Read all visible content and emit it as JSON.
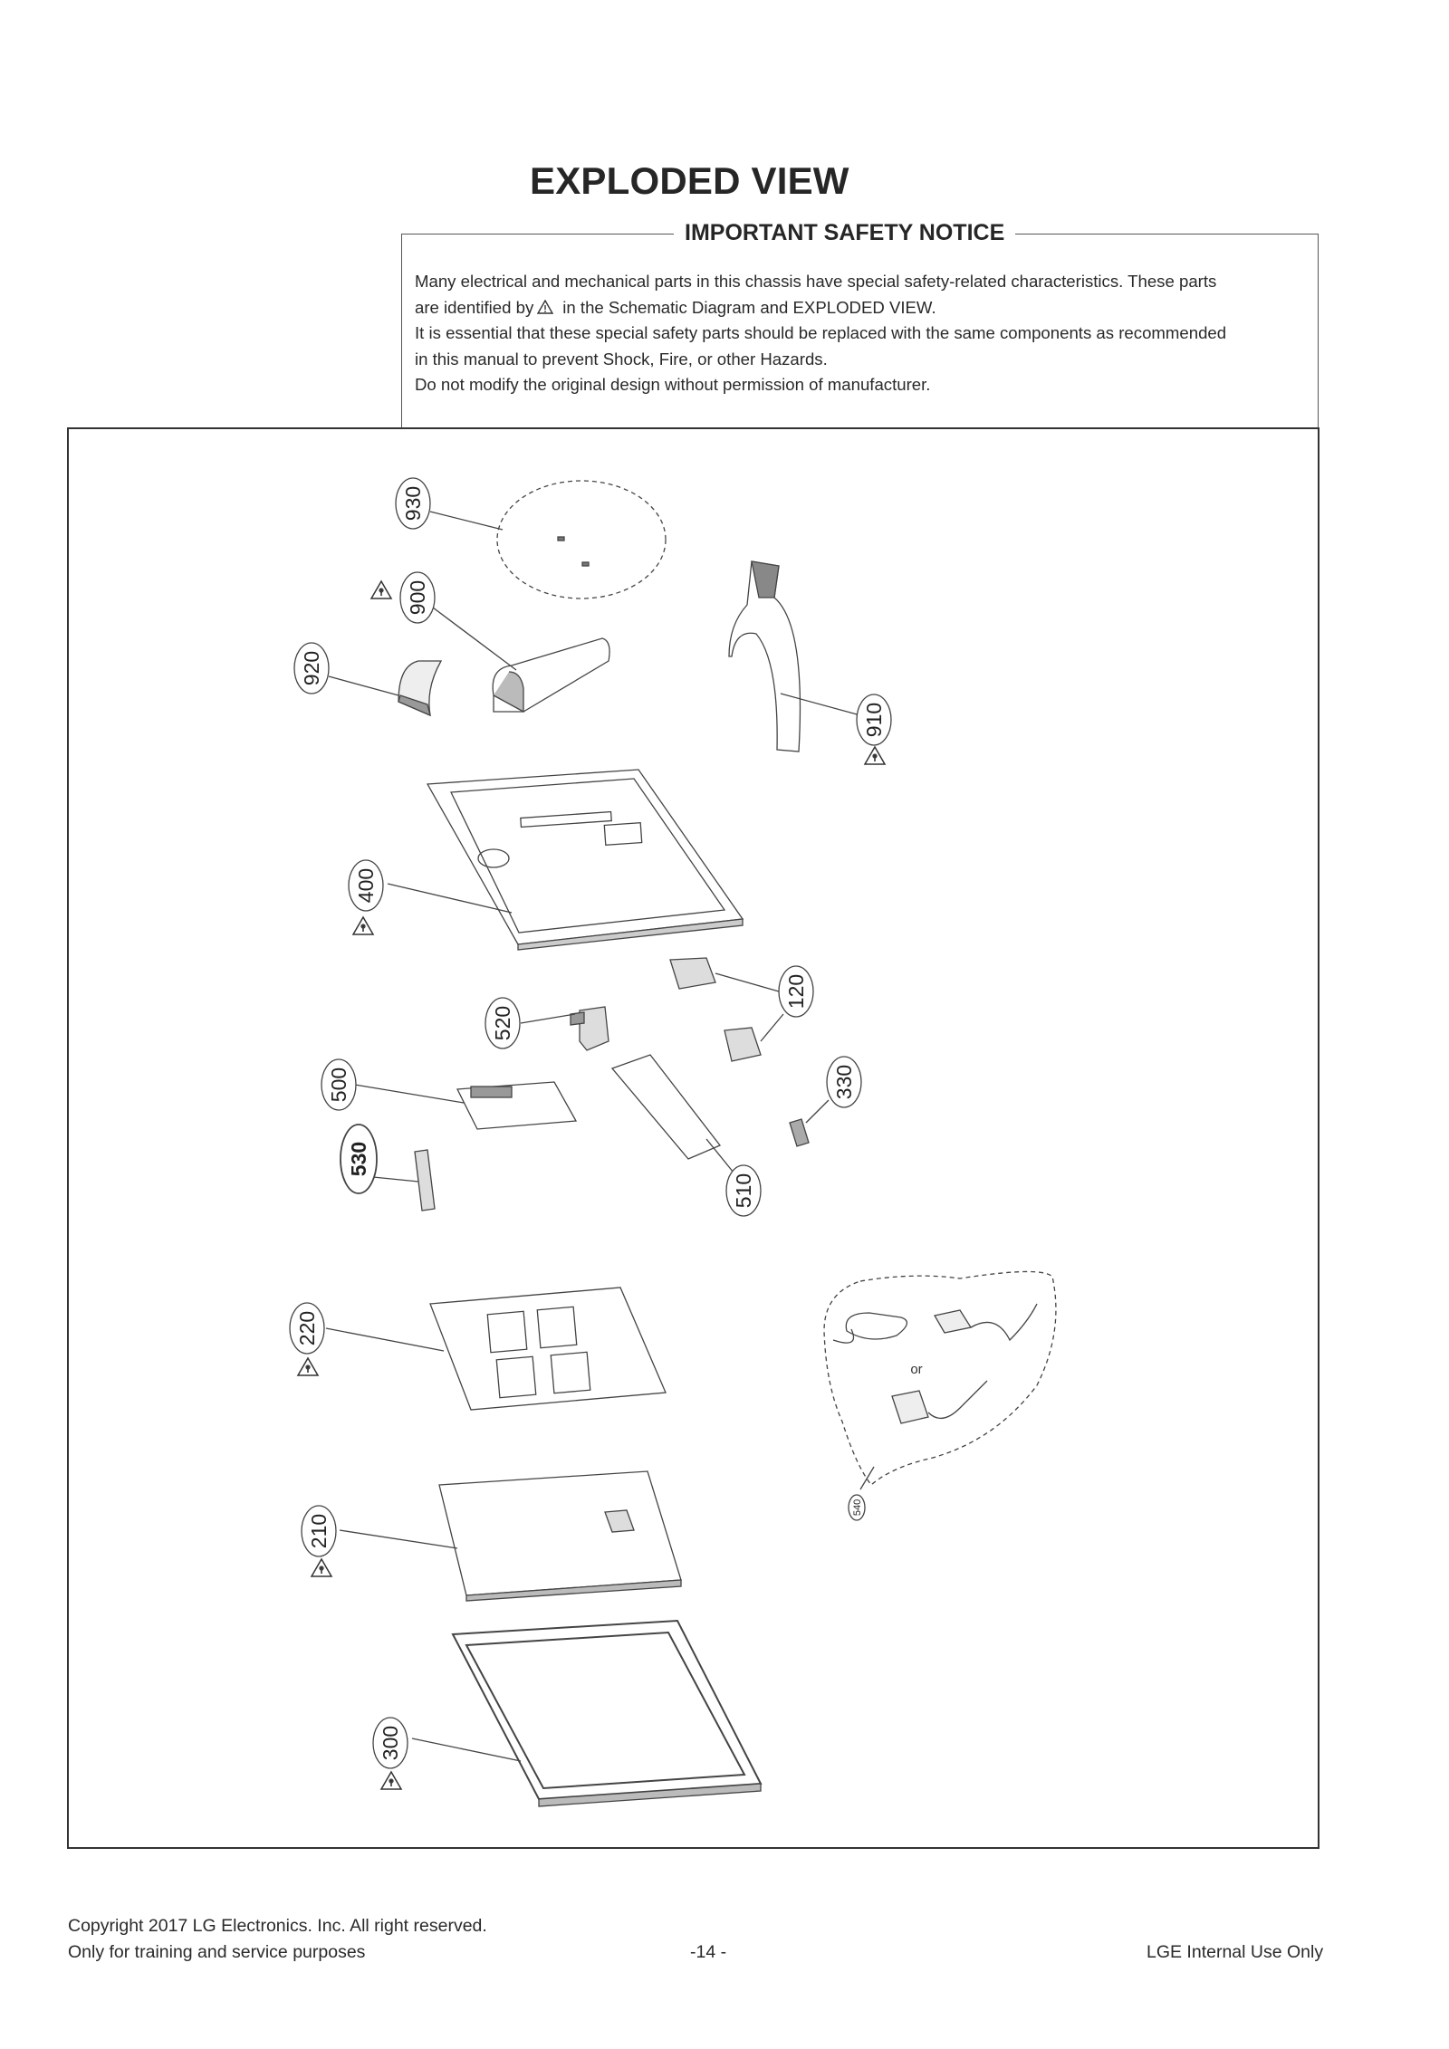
{
  "title": "EXPLODED VIEW",
  "notice": {
    "heading": "IMPORTANT SAFETY NOTICE",
    "line1": "Many electrical and mechanical parts in this chassis have special safety-related characteristics. These parts",
    "line2_before": "are identified by",
    "line2_after": "in the Schematic Diagram and EXPLODED VIEW.",
    "line3": "It is essential that these special safety parts should be replaced with the same components as recommended",
    "line4": "in this manual to prevent Shock, Fire, or other Hazards.",
    "line5": "Do not modify the original design without permission of manufacturer."
  },
  "parts": {
    "p930": "930",
    "p900": "900",
    "p920": "920",
    "p910": "910",
    "p400": "400",
    "p520": "520",
    "p120": "120",
    "p500": "500",
    "p330": "330",
    "p530": "530",
    "p510": "510",
    "p220": "220",
    "p540": "540",
    "p210": "210",
    "p300": "300"
  },
  "or_label": "or",
  "footer": {
    "copyright": "Copyright 2017 LG Electronics. Inc. All right reserved.",
    "training": "Only for training and service purposes",
    "page": "-14 -",
    "internal": "LGE Internal Use Only"
  }
}
